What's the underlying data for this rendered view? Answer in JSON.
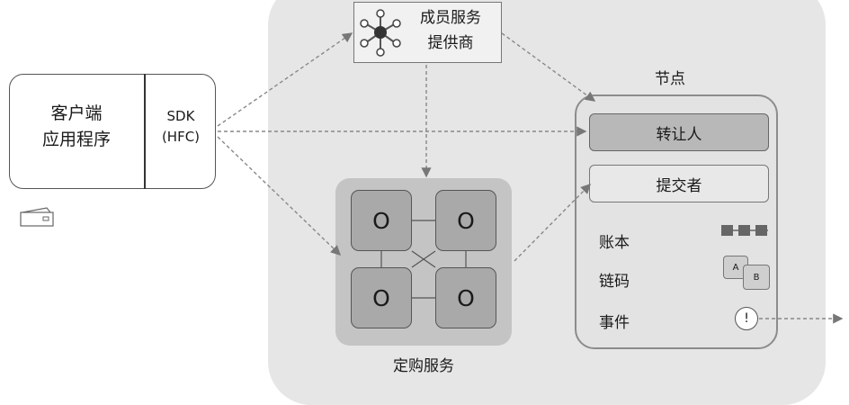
{
  "client": {
    "label": "客户端\n应用程序",
    "sdk": "SDK\n(HFC)",
    "icon": "wallet-icon"
  },
  "msp": {
    "label": "成员服务\n提供商",
    "icon": "network-hub-icon"
  },
  "orderer": {
    "label": "定购服务",
    "nodes": [
      "O",
      "O",
      "O",
      "O"
    ]
  },
  "peer": {
    "title": "节点",
    "endorser": "转让人",
    "committer": "提交者",
    "ledger": "账本",
    "chaincode": "链码",
    "chaincode_icons": [
      "A",
      "B"
    ],
    "event": "事件",
    "event_icon": "!"
  },
  "colors": {
    "background": "#e6e6e6",
    "orderer": "#c4c4c4",
    "endorser": "#b8b8b8"
  }
}
